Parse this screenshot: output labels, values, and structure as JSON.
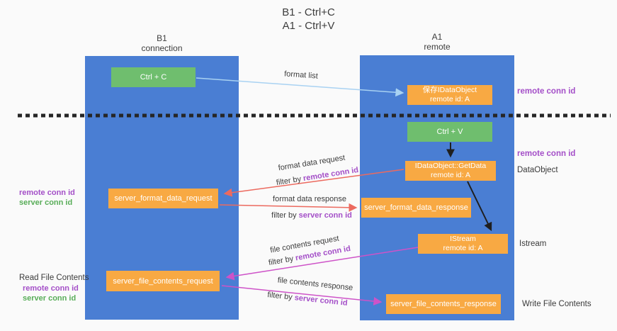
{
  "title": {
    "line1": "B1 - Ctrl+C",
    "line2": "A1 - Ctrl+V"
  },
  "lanes": {
    "left": {
      "title": "B1",
      "subtitle": "connection"
    },
    "right": {
      "title": "A1",
      "subtitle": "remote"
    }
  },
  "nodes": {
    "ctrl_c": {
      "label": "Ctrl + C"
    },
    "save_dataobject": {
      "line1": "保存IDataObject",
      "line2": "remote id: A"
    },
    "ctrl_v": {
      "label": "Ctrl + V"
    },
    "getdata": {
      "line1": "IDataObject::GetData",
      "line2": "remote id: A"
    },
    "istream": {
      "line1": "IStream",
      "line2": "remote id: A"
    },
    "server_format_data_request": {
      "label": "server_format_data_request"
    },
    "server_format_data_response": {
      "label": "server_format_data_response"
    },
    "server_file_contents_request": {
      "label": "server_file_contents_request"
    },
    "server_file_contents_response": {
      "label": "server_file_contents_response"
    }
  },
  "edges": {
    "format_list": {
      "label": "format list"
    },
    "format_data_request": {
      "label": "format data request",
      "filter_prefix": "filter by ",
      "filter_value": "remote conn id"
    },
    "format_data_response": {
      "label": "format data response",
      "filter_prefix": "filter by ",
      "filter_value": "server conn id"
    },
    "file_contents_request": {
      "label": "file contents request",
      "filter_prefix": "filter by ",
      "filter_value": "remote conn id"
    },
    "file_contents_response": {
      "label": "file contents response",
      "filter_prefix": "filter by ",
      "filter_value": "server conn id"
    }
  },
  "annotations": {
    "right": {
      "remote_conn_id_top": "remote conn id",
      "remote_conn_id_mid": "remote conn id",
      "dataobject": "DataObject",
      "istream": "Istream",
      "write_file_contents": "Write File Contents"
    },
    "left": {
      "remote_conn_id_top": "remote conn id",
      "server_conn_id_top": "server conn id",
      "read_file_contents": "Read File Contents",
      "remote_conn_id_bottom": "remote conn id",
      "server_conn_id_bottom": "server conn id"
    }
  },
  "colors": {
    "lane_blue": "#4A7ED3",
    "node_orange": "#F8A943",
    "node_green": "#6FBE6E",
    "purple_text": "#A44FC8",
    "green_text": "#58AD58",
    "arrow_red": "#EC6A5F",
    "arrow_magenta": "#CE53C8",
    "arrow_lightblue": "#A9D2F2",
    "arrow_black": "#1F1F1F",
    "divider": "#262626",
    "background": "#FAFAFA"
  }
}
